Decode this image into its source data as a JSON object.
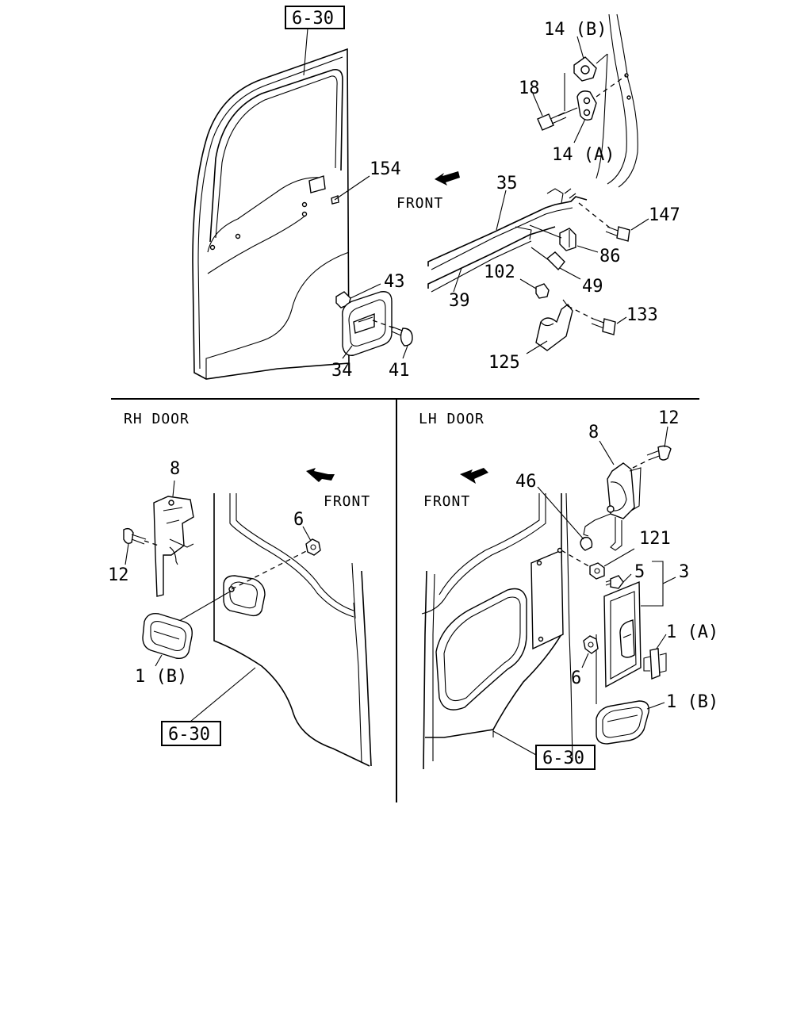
{
  "sections": {
    "rh_door": "RH DOOR",
    "lh_door": "LH DOOR"
  },
  "front": {
    "top": "FRONT",
    "rh": "FRONT",
    "lh": "FRONT"
  },
  "refs": {
    "top": "6-30",
    "rh": "6-30",
    "lh": "6-30"
  },
  "parts_top": {
    "p14b": "14 (B)",
    "p18": "18",
    "p14a": "14 (A)",
    "p154": "154",
    "p35": "35",
    "p147": "147",
    "p86": "86",
    "p49": "49",
    "p102": "102",
    "p39": "39",
    "p43": "43",
    "p133": "133",
    "p125": "125",
    "p34": "34",
    "p41": "41"
  },
  "parts_rh": {
    "p8": "8",
    "p12": "12",
    "p6": "6",
    "p1b": "1 (B)"
  },
  "parts_lh": {
    "p12": "12",
    "p8": "8",
    "p46": "46",
    "p121": "121",
    "p5": "5",
    "p3": "3",
    "p1a": "1 (A)",
    "p6": "6",
    "p1b": "1 (B)"
  }
}
